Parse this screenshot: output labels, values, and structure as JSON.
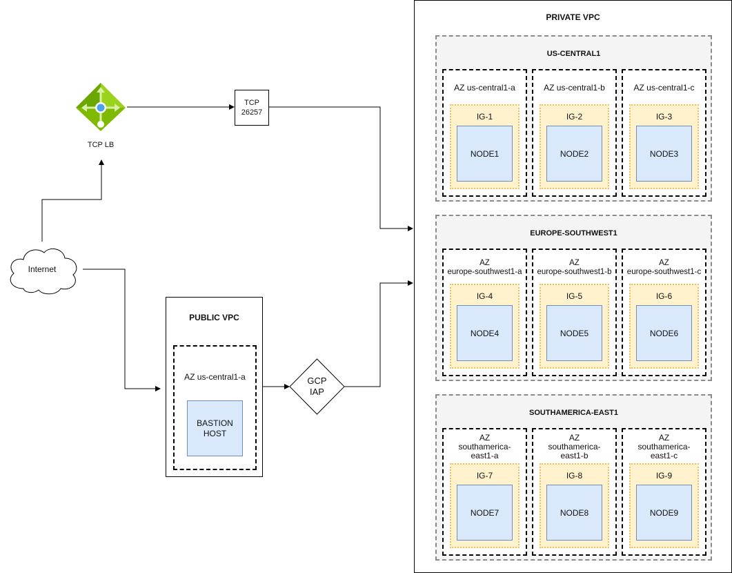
{
  "private_vpc": {
    "title": "PRIVATE VPC",
    "regions": [
      {
        "name": "US-CENTRAL1",
        "zones": [
          {
            "label": "AZ  us-central1-a",
            "ig": "IG-1",
            "node": "NODE1"
          },
          {
            "label": "AZ  us-central1-b",
            "ig": "IG-2",
            "node": "NODE2"
          },
          {
            "label": "AZ  us-central1-c",
            "ig": "IG-3",
            "node": "NODE3"
          }
        ]
      },
      {
        "name": "EUROPE-SOUTHWEST1",
        "zones": [
          {
            "label": "AZ\neurope-southwest1-a",
            "ig": "IG-4",
            "node": "NODE4"
          },
          {
            "label": "AZ\neurope-southwest1-b",
            "ig": "IG-5",
            "node": "NODE5"
          },
          {
            "label": "AZ\neurope-southwest1-c",
            "ig": "IG-6",
            "node": "NODE6"
          }
        ]
      },
      {
        "name": "SOUTHAMERICA-EAST1",
        "zones": [
          {
            "label": "AZ\nsouthamerica-\neast1-a",
            "ig": "IG-7",
            "node": "NODE7"
          },
          {
            "label": "AZ\nsouthamerica-\neast1-b",
            "ig": "IG-8",
            "node": "NODE8"
          },
          {
            "label": "AZ\nsouthamerica-\neast1-c",
            "ig": "IG-9",
            "node": "NODE9"
          }
        ]
      }
    ]
  },
  "public_vpc": {
    "title": "PUBLIC VPC",
    "az_label": "AZ us-central1-a",
    "bastion": "BASTION\nHOST"
  },
  "internet": {
    "label": "Internet"
  },
  "tcp_lb": {
    "label": "TCP LB",
    "icon": "load-balancer-icon",
    "color": "#7fba00"
  },
  "tcp_port": {
    "label": "TCP\n26257"
  },
  "gcp_iap": {
    "label": "GCP\nIAP"
  }
}
